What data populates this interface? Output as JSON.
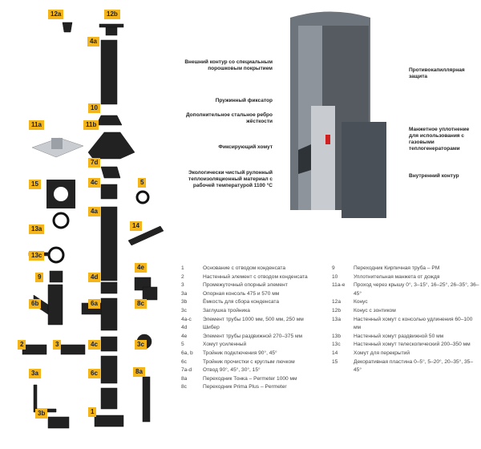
{
  "callouts_left": [
    "Внешний контур со специальным порошковым покрытием",
    "Пружинный фиксатор",
    "Дополнительное стальное ребро жёсткости",
    "Фиксирующий хомут",
    "Экологически чистый рулонный теплоизоляционный материал с рабочей температурой 1100 °C"
  ],
  "callouts_right": [
    "Противокапиллярная защита",
    "Манжетное уплотнение для использования с газовыми теплогенераторами",
    "Внутренний контур"
  ],
  "part_tags": [
    "12a",
    "12b",
    "4a",
    "10",
    "11a",
    "11b",
    "7d",
    "15",
    "4c",
    "5",
    "4a",
    "14",
    "13a",
    "13c",
    "4e",
    "9",
    "4d",
    "6b",
    "6a",
    "8c",
    "2",
    "3",
    "4c",
    "3c",
    "3a",
    "6c",
    "8a",
    "3b",
    "1"
  ],
  "legend_left": [
    {
      "k": "1",
      "v": "Основание с отводом конденсата"
    },
    {
      "k": "2",
      "v": "Настенный элемент с отводом конденсата"
    },
    {
      "k": "3",
      "v": "Промежуточный опорный элемент"
    },
    {
      "k": "3a",
      "v": "Опорная консоль 475 и 570 мм"
    },
    {
      "k": "3b",
      "v": "Ёмкость для сбора конденсата"
    },
    {
      "k": "3c",
      "v": "Заглушка тройника"
    },
    {
      "k": "4a-c",
      "v": "Элемент трубы 1000 мм, 500 мм, 250 мм"
    },
    {
      "k": "4d",
      "v": "Шибер"
    },
    {
      "k": "4e",
      "v": "Элемент трубы раздвижной 270–375 мм"
    },
    {
      "k": "5",
      "v": "Хомут усиленный"
    },
    {
      "k": "6a, b",
      "v": "Тройник подключения 90°, 45°"
    },
    {
      "k": "6c",
      "v": "Тройник прочистки с круглым лючком"
    },
    {
      "k": "7a-d",
      "v": "Отвод 90°, 45°, 30°, 15°"
    },
    {
      "k": "8a",
      "v": "Переходник Тонка – Permeter 1000 мм"
    },
    {
      "k": "8c",
      "v": "Переходник Prima Plus – Permeter"
    }
  ],
  "legend_right": [
    {
      "k": "9",
      "v": "Переходник Кирпичная труба – PM"
    },
    {
      "k": "10",
      "v": "Уплотнительная манжета от дождя"
    },
    {
      "k": "11a-e",
      "v": "Проход через крышу 0°, 3–15°, 16–25°, 26–35°, 36–45°"
    },
    {
      "k": "12a",
      "v": "Конус"
    },
    {
      "k": "12b",
      "v": "Конус с зонтиком"
    },
    {
      "k": "13a",
      "v": "Настенный хомут с консолью удлинения 60–100 мм"
    },
    {
      "k": "13b",
      "v": "Настенный хомут раздвижной 50 мм"
    },
    {
      "k": "13c",
      "v": "Настенный хомут телескопический 200–350 мм"
    },
    {
      "k": "14",
      "v": "Хомут для перекрытий"
    },
    {
      "k": "15",
      "v": "Декоративная пластина 0–5°, 5–20°, 20–35°, 35–45°"
    }
  ]
}
